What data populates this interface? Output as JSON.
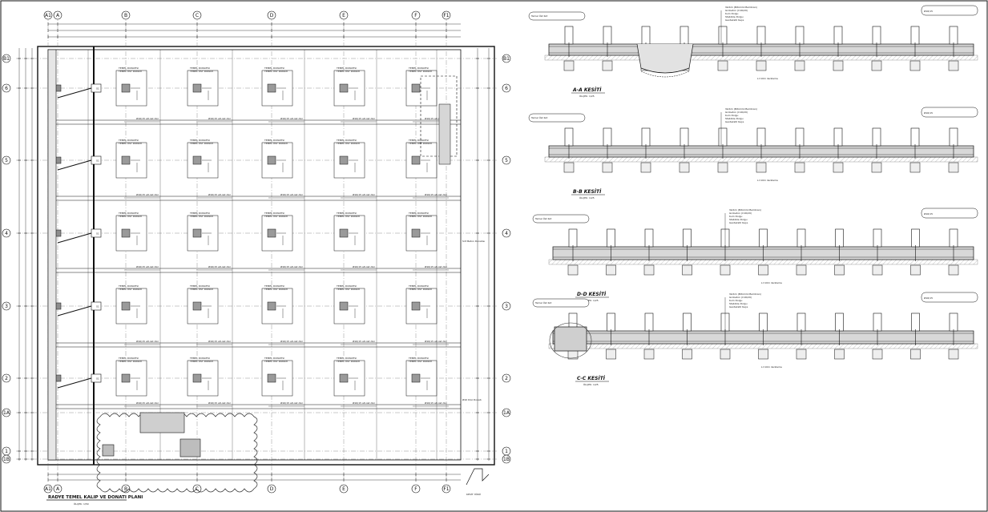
{
  "plan": {
    "title": "RADYE TEMEL KALIP VE DONATI PLANI",
    "scale": "ÖLÇEK: 1/50",
    "axes_top": [
      "A1",
      "A",
      "B",
      "C",
      "D",
      "E",
      "F",
      "F1"
    ],
    "axes_side": [
      "B1",
      "6",
      "5",
      "4",
      "3",
      "2",
      "1A",
      "1",
      "1B"
    ],
    "pad_label": "TEMEL DONATISI",
    "pad_sub": "TEMEL ÜST DONATI",
    "beam_label": "Ø16/15 alt-üst düz",
    "notes": [
      "Sirt Beton Donatısı",
      "Ø10 Düz Donatı"
    ],
    "column_tag": "S1"
  },
  "sections": [
    {
      "title": "A-A KESİTİ",
      "scale": "ÖLÇEK: 1/25"
    },
    {
      "title": "B-B KESİTİ",
      "scale": "ÖLÇEK: 1/25"
    },
    {
      "title": "D-D KESİTİ",
      "scale": "ÖLÇEK: 1/25"
    },
    {
      "title": "C-C KESİTİ",
      "scale": "ÖLÇEK: 1/25"
    }
  ],
  "section_notes": {
    "level": "Temel Üst Kot",
    "layers": [
      "Yalıtım (Bitümlü Membran)",
      "Grobeton (C16/20)",
      "Kum Dolgu",
      "Stabilize Dolgu",
      "Geotekstil Keçe"
    ],
    "spacing": "L=10m derzleme",
    "rebar": "Ø16/15"
  },
  "colors": {
    "line": "#111111",
    "hatch": "#888888",
    "fill": "#d8d8d8",
    "cloud": "#333333"
  }
}
